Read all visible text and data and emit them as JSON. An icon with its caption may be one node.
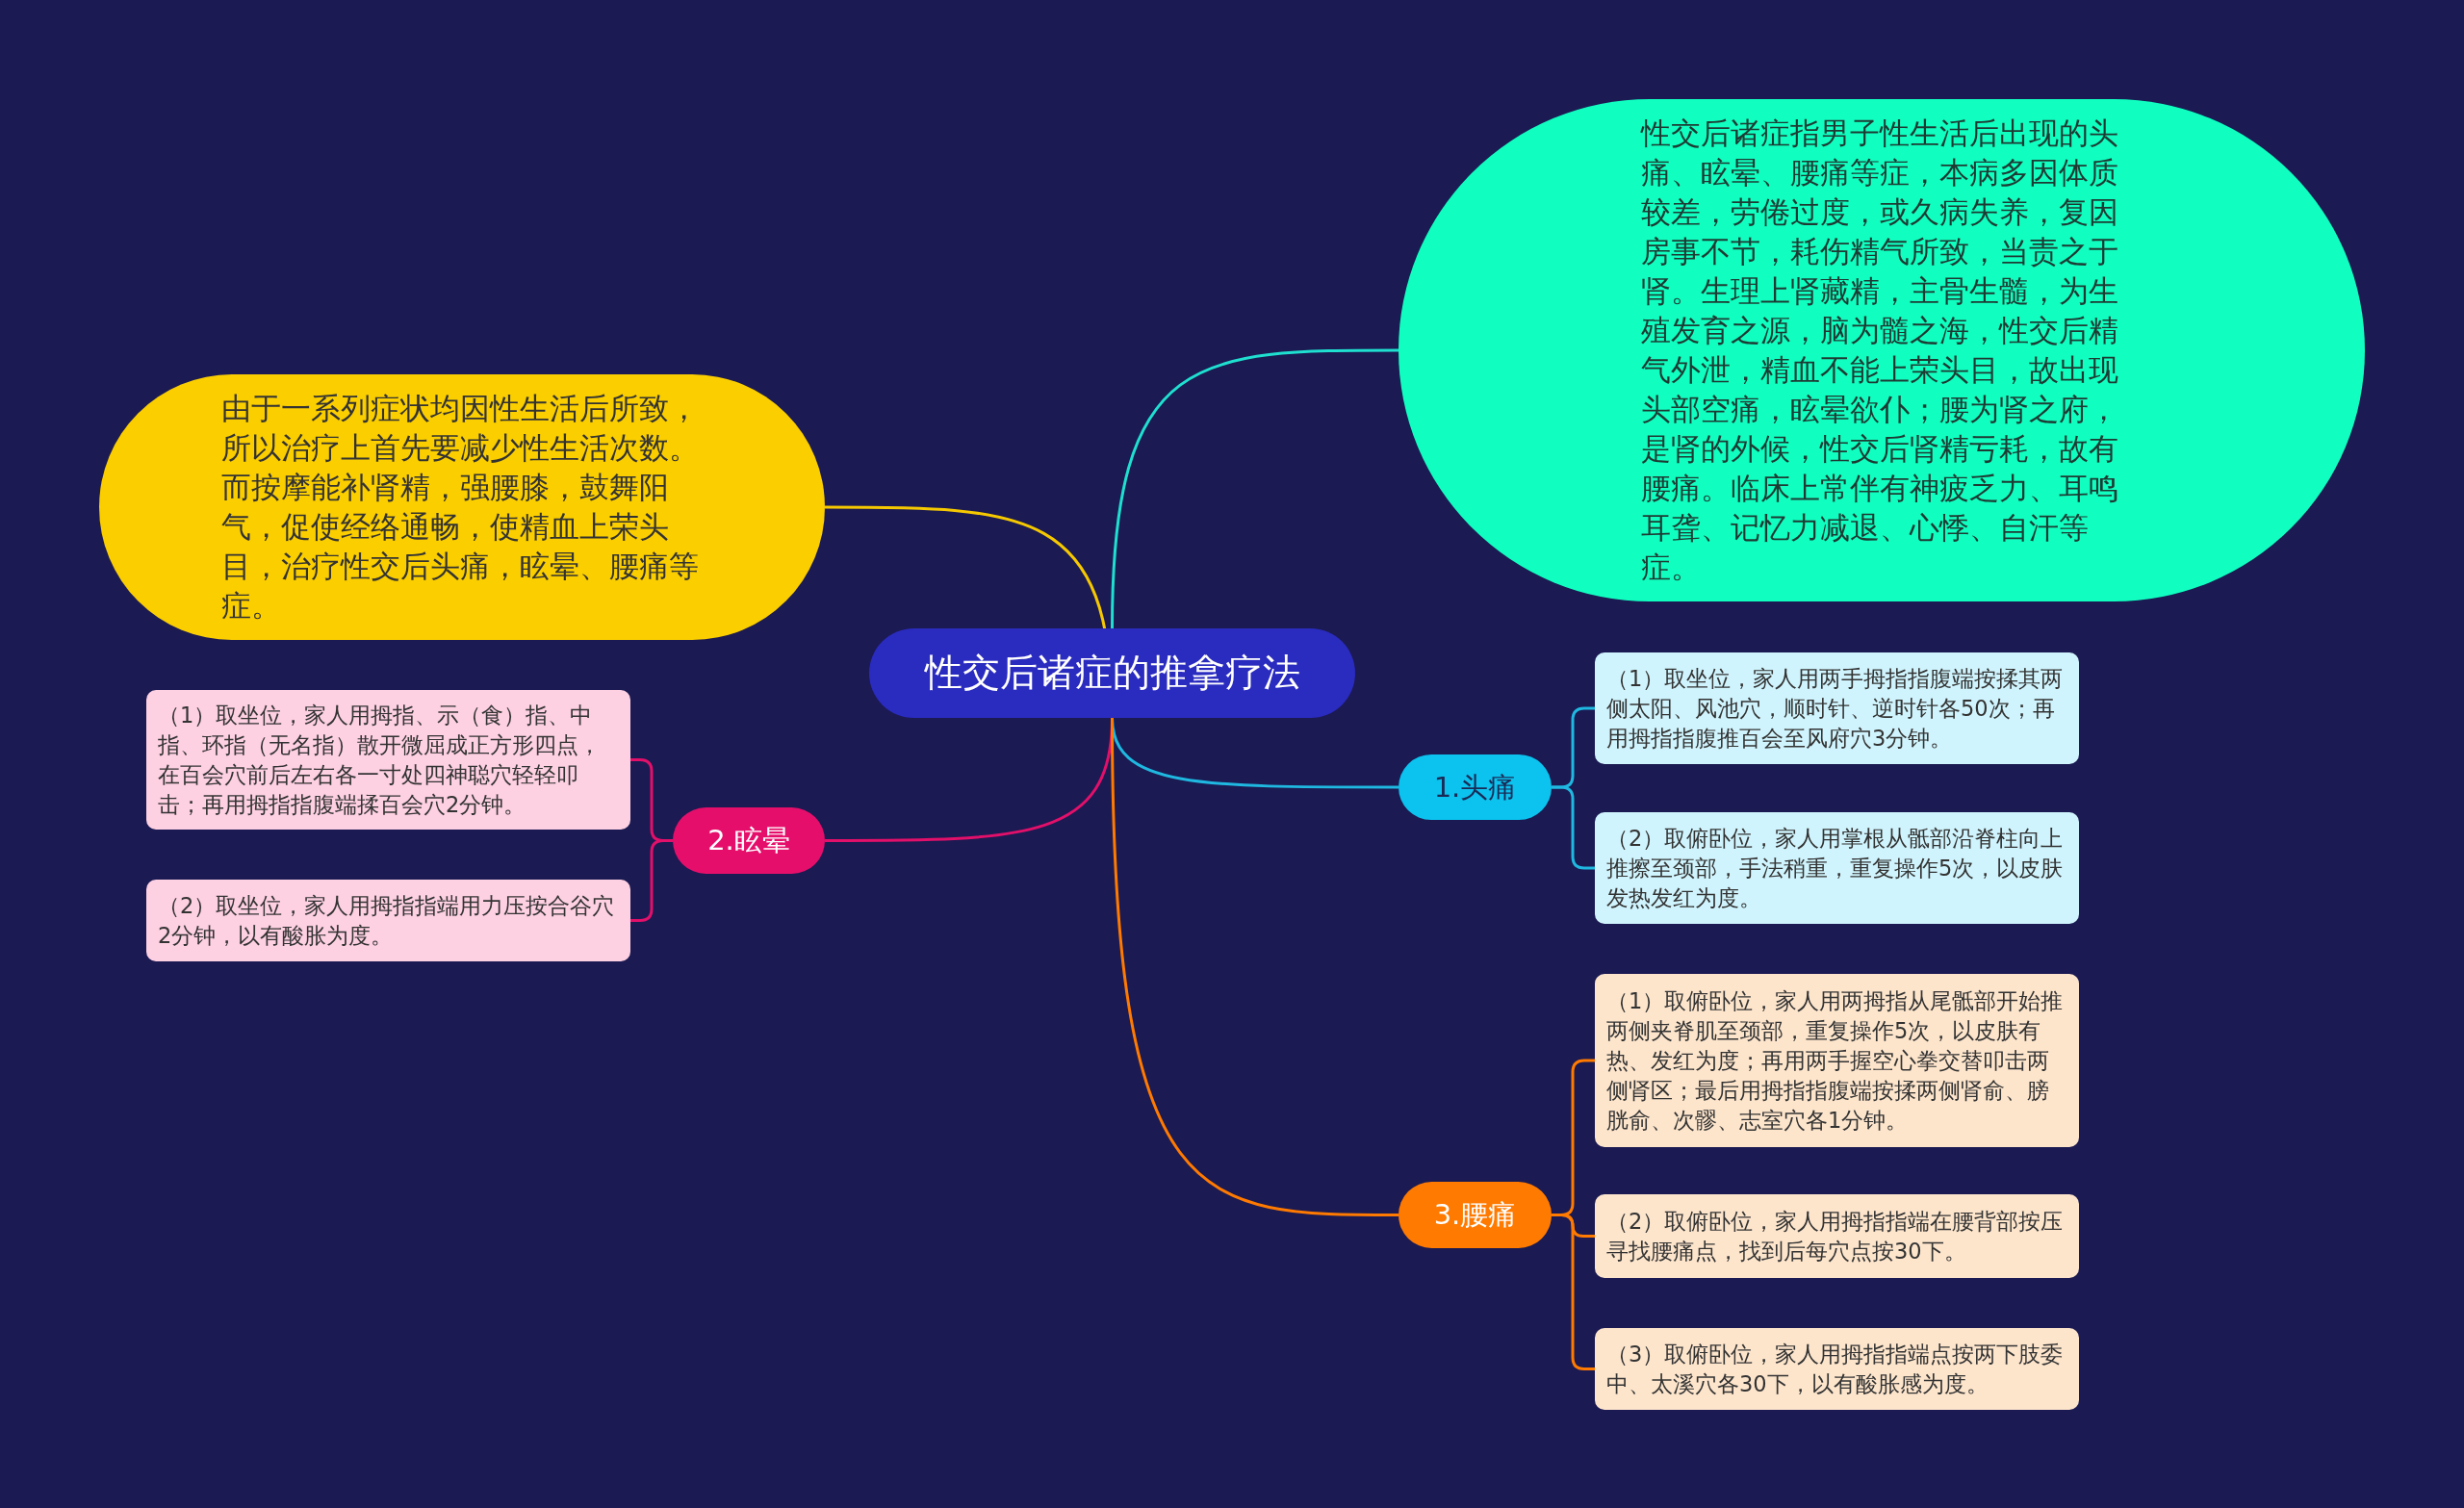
{
  "diagram": {
    "nodes": [
      {
        "text": [
          "性交后诸症的推拿疗法"
        ]
      },
      {
        "text": [
          "由于一系列症状均因性生活后所致，所以治疗上首先要减少性生活次数。而按摩能补肾精，强腰膝，鼓舞阳气，促使经络通畅，使精血上荣头目，治疗性交后头痛，眩晕、腰痛等症。"
        ]
      },
      {
        "text": [
          "性交后诸症指男子性生活后出现的头痛、眩晕、腰痛等症，本病多因体质较差，劳倦过度，或久病失养，复因房事不节，耗伤精气所致，当责之于肾。生理上肾藏精，主骨生髓，为生殖发育之源，脑为髓之海，性交后精气外泄，精血不能上荣头目，故出现头部空痛，眩晕欲仆；腰为肾之府，是肾的外候，性交后肾精亏耗，故有腰痛。临床上常伴有神疲乏力、耳鸣耳聋、记忆力减退、心悸、自汗等症。"
        ]
      },
      {
        "text": [
          "2.眩晕"
        ]
      },
      {
        "text": [
          "（1）取坐位，家人用拇指、示（食）指、中指、环指（无名指）散开微屈成正方形四点，在百会穴前后左右各一寸处四神聪穴轻轻叩击；再用拇指指腹端揉百会穴2分钟。"
        ]
      },
      {
        "text": [
          "（2）取坐位，家人用拇指指端用力压按合谷穴2分钟，以有酸胀为度。"
        ]
      },
      {
        "text": [
          "1.头痛"
        ]
      },
      {
        "text": [
          "（1）取坐位，家人用两手拇指指腹端按揉其两侧太阳、风池穴，顺时针、逆时针各50次；再用拇指指腹推百会至风府穴3分钟。"
        ]
      },
      {
        "text": [
          "（2）取俯卧位，家人用掌根从骶部沿脊柱向上推擦至颈部，手法稍重，重复操作5次，以皮肤发热发红为度。"
        ]
      },
      {
        "text": [
          "3.腰痛"
        ]
      },
      {
        "text": [
          "（1）取俯卧位，家人用两拇指从尾骶部开始推两侧夹脊肌至颈部，重复操作5次，以皮肤有热、发红为度；再用两手握空心拳交替叩击两侧肾区；最后用拇指指腹端按揉两侧肾俞、膀胱俞、次髎、志室穴各1分钟。"
        ]
      },
      {
        "text": [
          "（2）取俯卧位，家人用拇指指端在腰背部按压寻找腰痛点，找到后每穴点按30下。"
        ]
      },
      {
        "text": [
          "（3）取俯卧位，家人用拇指指端点按两下肢委中、太溪穴各30下，以有酸胀感为度。"
        ]
      }
    ],
    "edges": [
      {
        "from": 0,
        "to": 1,
        "arrow": "none",
        "color": "#f5c800"
      },
      {
        "from": 0,
        "to": 2,
        "arrow": "none",
        "color": "#1fe0d0"
      },
      {
        "from": 0,
        "to": 3,
        "arrow": "none",
        "color": "#e2106a"
      },
      {
        "from": 3,
        "to": 4,
        "arrow": "none",
        "color": "#e2106a"
      },
      {
        "from": 3,
        "to": 5,
        "arrow": "none",
        "color": "#e2106a"
      },
      {
        "from": 0,
        "to": 6,
        "arrow": "none",
        "color": "#1fb8e0"
      },
      {
        "from": 6,
        "to": 7,
        "arrow": "none",
        "color": "#1fb8e0"
      },
      {
        "from": 6,
        "to": 8,
        "arrow": "none",
        "color": "#1fb8e0"
      },
      {
        "from": 0,
        "to": 9,
        "arrow": "none",
        "color": "#ff7a00"
      },
      {
        "from": 9,
        "to": 10,
        "arrow": "none",
        "color": "#ff7a00"
      },
      {
        "from": 9,
        "to": 11,
        "arrow": "none",
        "color": "#ff7a00"
      },
      {
        "from": 9,
        "to": 12,
        "arrow": "none",
        "color": "#ff7a00"
      }
    ]
  }
}
